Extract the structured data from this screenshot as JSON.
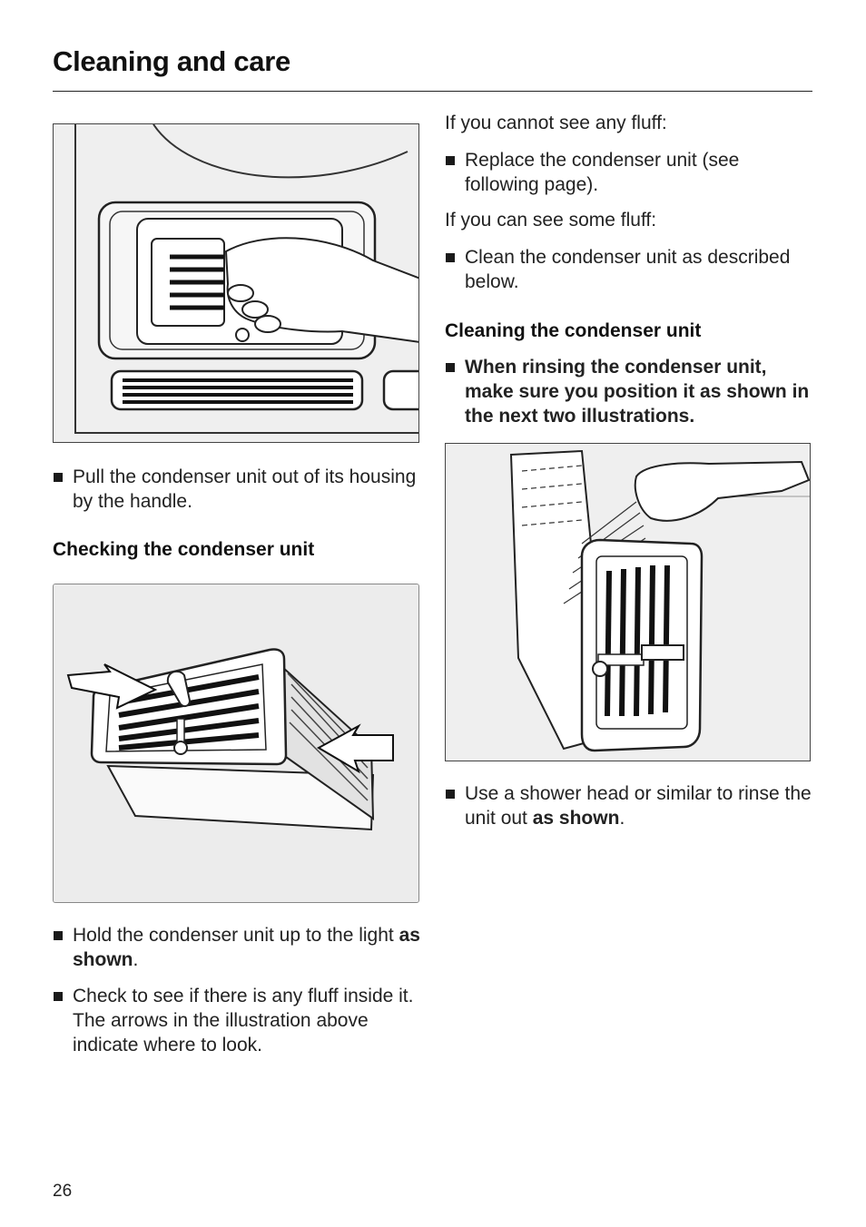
{
  "header": {
    "title": "Cleaning and care"
  },
  "left": {
    "fig1_alt": "",
    "bullet_pull": "Pull the condenser unit out of its housing by the handle.",
    "subhead_checking": "Checking the condenser unit",
    "bullet_hold_prefix": "Hold the condenser unit up to the light ",
    "bullet_hold_bold": "as shown",
    "bullet_hold_suffix": ".",
    "bullet_check_line1": "Check to see if there is any fluff inside it.",
    "bullet_check_line2": "The arrows in the illustration above indicate where to look."
  },
  "right": {
    "para_cannot": "If you cannot see any fluff:",
    "bullet_replace": "Replace the condenser unit (see following page).",
    "para_can": "If you can see some fluff:",
    "bullet_clean": "Clean the condenser unit as described below.",
    "subhead_cleaning": "Cleaning the condenser unit",
    "bullet_rinsing": "When rinsing the condenser unit, make sure you position it as shown in the next two illustrations.",
    "bullet_shower_prefix": "Use a shower head or similar to rinse the unit out ",
    "bullet_shower_bold": "as shown",
    "bullet_shower_suffix": "."
  },
  "footer": {
    "page_number": "26"
  }
}
